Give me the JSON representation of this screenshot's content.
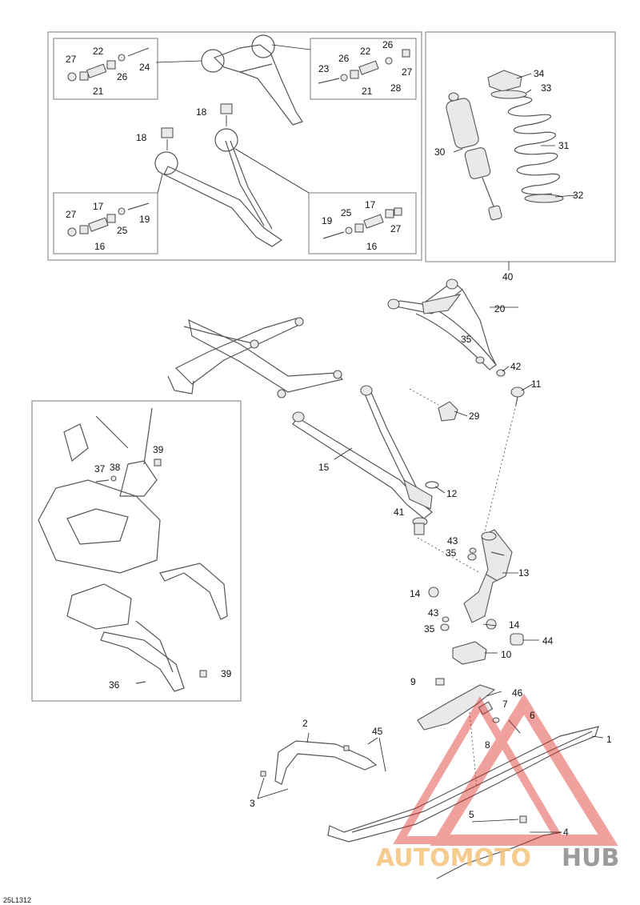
{
  "diagram_code": "25L1312",
  "watermark": {
    "text_part1": "AUTOMOTO",
    "text_part2": "HUB",
    "color_part1": "#f5c27a",
    "color_part2": "#8a8a8a",
    "logo_color": "#e0302b"
  },
  "callouts": {
    "c1": "1",
    "c2": "2",
    "c3": "3",
    "c4": "4",
    "c5": "5",
    "c6": "6",
    "c7": "7",
    "c8": "8",
    "c9": "9",
    "c10": "10",
    "c11": "11",
    "c12": "12",
    "c13": "13",
    "c14a": "14",
    "c14b": "14",
    "c15": "15",
    "c16a": "16",
    "c16b": "16",
    "c17a": "17",
    "c17b": "17",
    "c18a": "18",
    "c18b": "18",
    "c19a": "19",
    "c19b": "19",
    "c20": "20",
    "c21a": "21",
    "c21b": "21",
    "c22a": "22",
    "c22b": "22",
    "c23": "23",
    "c24": "24",
    "c25a": "25",
    "c25b": "25",
    "c26a": "26",
    "c26b": "26",
    "c26c": "26",
    "c27a": "27",
    "c27b": "27",
    "c27c": "27",
    "c27d": "27",
    "c28": "28",
    "c29": "29",
    "c30": "30",
    "c31": "31",
    "c32": "32",
    "c33": "33",
    "c34": "34",
    "c35a": "35",
    "c35b": "35",
    "c35c": "35",
    "c36": "36",
    "c37": "37",
    "c38": "38",
    "c39a": "39",
    "c39b": "39",
    "c40": "40",
    "c41": "41",
    "c42": "42",
    "c43a": "43",
    "c43b": "43",
    "c44": "44",
    "c45": "45",
    "c46": "46"
  }
}
